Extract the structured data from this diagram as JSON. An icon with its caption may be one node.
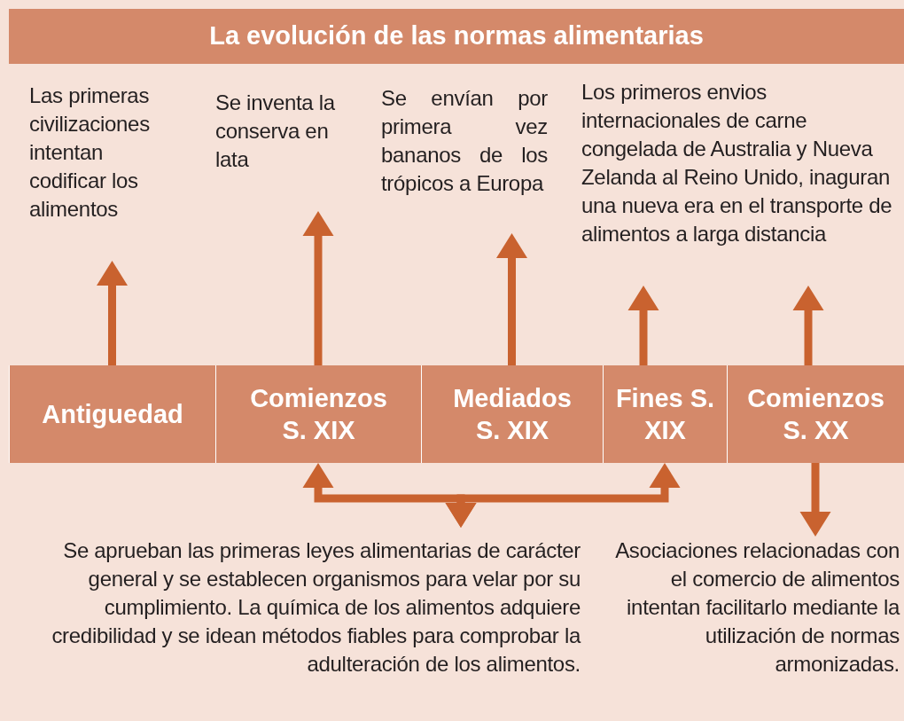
{
  "diagram": {
    "title": "La evolución de las normas alimentarias",
    "nodes": [
      {
        "text": [
          "Las primeras civilizaciones intentan codificar los alimentos"
        ]
      },
      {
        "text": [
          "Se inventa la conserva en lata"
        ]
      },
      {
        "text": [
          "Se envían por primera vez bananos de los trópicos a Europa"
        ]
      },
      {
        "text": [
          "Los primeros envios internacionales de carne congelada de Australia y Nueva Zelanda al Reino Unido, inaguran una nueva era en el transporte de alimentos a larga distancia"
        ]
      },
      {
        "text": [
          "Antiguedad"
        ]
      },
      {
        "text": [
          "Comienzos S. XIX"
        ]
      },
      {
        "text": [
          "Mediados S. XIX"
        ]
      },
      {
        "text": [
          "Fines S. XIX"
        ]
      },
      {
        "text": [
          "Comienzos S. XX"
        ]
      },
      {
        "text": [
          "Se aprueban las primeras leyes alimentarias de carácter general y se establecen organismos para velar por su cumplimiento. La química de los alimentos adquiere credibilidad y se idean métodos fiables para comprobar la adulteración de los alimentos."
        ]
      },
      {
        "text": [
          "Asociaciones relacionadas con el comercio de alimentos intentan facilitarlo mediante la utilización de normas armonizadas."
        ]
      }
    ],
    "edges": [
      {
        "from": 4,
        "to": 0,
        "arrow": "to"
      },
      {
        "from": 5,
        "to": 1,
        "arrow": "to"
      },
      {
        "from": 6,
        "to": 2,
        "arrow": "to"
      },
      {
        "from": 7,
        "to": 3,
        "arrow": "to"
      },
      {
        "from": 8,
        "to": 3,
        "arrow": "to"
      },
      {
        "from": 5,
        "to": 9,
        "arrow": "both"
      },
      {
        "from": 7,
        "to": 9,
        "arrow": "both"
      },
      {
        "from": 8,
        "to": 10,
        "arrow": "to"
      }
    ]
  }
}
